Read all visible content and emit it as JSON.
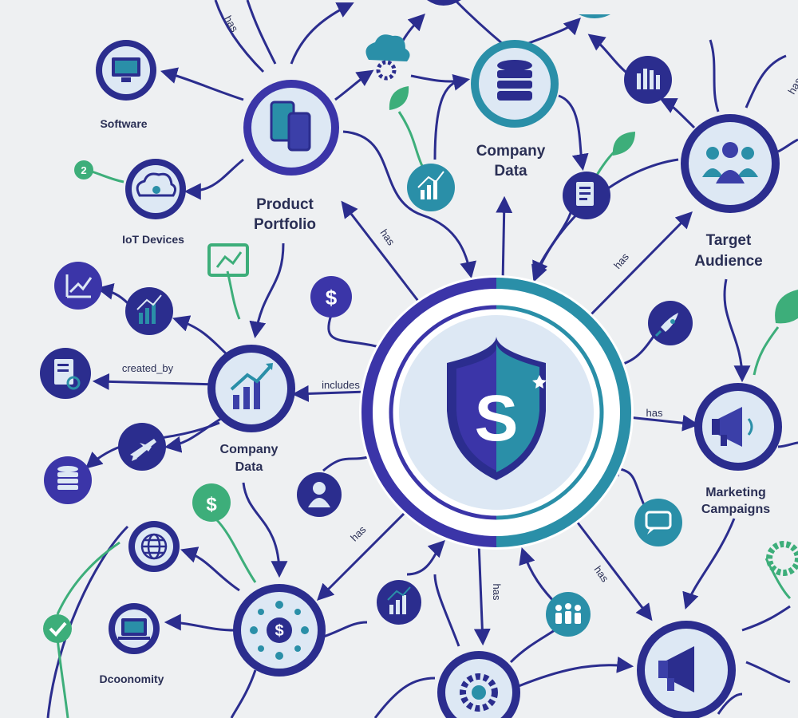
{
  "colors": {
    "background": "#eef0f2",
    "navy": "#2b2d8e",
    "indigo": "#3b3fa8",
    "teal": "#2a8fa8",
    "green": "#3dae7a",
    "pale": "#dde8f4",
    "text": "#2a2f55"
  },
  "center": {
    "name": "central-shield-logo",
    "letter": "S",
    "icon": "shield-s-logo-icon"
  },
  "hubs": [
    {
      "id": "product-portfolio",
      "label_lines": [
        "Product",
        "Portfolio"
      ],
      "icon": "mobile-devices-icon"
    },
    {
      "id": "company-data-top",
      "label_lines": [
        "Company",
        "Data"
      ],
      "icon": "database-icon"
    },
    {
      "id": "target-audience",
      "label_lines": [
        "Target",
        "Audience"
      ],
      "icon": "people-group-icon"
    },
    {
      "id": "company-data-left",
      "label_lines": [
        "Company",
        "Data"
      ],
      "icon": "growth-chart-icon"
    },
    {
      "id": "marketing-campaigns",
      "label_lines": [
        "Marketing",
        "Campaigns"
      ],
      "icon": "megaphone-icon"
    },
    {
      "id": "economy-hub",
      "label_lines": [],
      "icon": "dollar-network-icon"
    },
    {
      "id": "settings-hub",
      "label_lines": [],
      "icon": "gear-icon"
    },
    {
      "id": "megaphone-hub",
      "label_lines": [],
      "icon": "megaphone-icon"
    }
  ],
  "leaves": [
    {
      "id": "software",
      "label": "Software",
      "icon": "monitor-icon"
    },
    {
      "id": "iot-devices",
      "label": "IoT Devices",
      "icon": "cloud-device-icon"
    },
    {
      "id": "dcoonomity",
      "label": "Dcoonomity",
      "icon": "laptop-icon"
    },
    {
      "id": "cloud-gear",
      "label": "",
      "icon": "cloud-gear-icon"
    },
    {
      "id": "chart-small-top",
      "label": "",
      "icon": "bar-chart-icon"
    },
    {
      "id": "document",
      "label": "",
      "icon": "document-icon"
    },
    {
      "id": "team-hands",
      "label": "",
      "icon": "team-hands-icon"
    },
    {
      "id": "dollar-top",
      "label": "",
      "icon": "dollar-icon"
    },
    {
      "id": "rocket",
      "label": "",
      "icon": "rocket-icon"
    },
    {
      "id": "chat",
      "label": "",
      "icon": "chat-bubble-icon"
    },
    {
      "id": "user",
      "label": "",
      "icon": "user-icon"
    },
    {
      "id": "trend-line",
      "label": "",
      "icon": "trend-line-icon"
    },
    {
      "id": "bar-chart-left",
      "label": "",
      "icon": "bar-chart-icon"
    },
    {
      "id": "report",
      "label": "",
      "icon": "report-search-icon"
    },
    {
      "id": "airplane",
      "label": "",
      "icon": "airplane-icon"
    },
    {
      "id": "stack-coins",
      "label": "",
      "icon": "database-icon"
    },
    {
      "id": "globe",
      "label": "",
      "icon": "globe-icon"
    },
    {
      "id": "check",
      "label": "",
      "icon": "check-icon"
    },
    {
      "id": "dollar-green",
      "label": "",
      "icon": "dollar-icon"
    },
    {
      "id": "chart-bottom",
      "label": "",
      "icon": "bar-chart-icon"
    },
    {
      "id": "people-bottom",
      "label": "",
      "icon": "people-group-icon"
    },
    {
      "id": "presentation",
      "label": "",
      "icon": "presentation-icon"
    },
    {
      "id": "leaf-1",
      "label": "",
      "icon": "leaf-icon"
    },
    {
      "id": "leaf-2",
      "label": "",
      "icon": "leaf-icon"
    },
    {
      "id": "leaf-3",
      "label": "",
      "icon": "leaf-icon"
    }
  ],
  "edge_labels": {
    "has_1": "has",
    "has_2": "has",
    "has_3": "has",
    "has_4": "has",
    "has_5": "has",
    "has_6": "has",
    "has_7": "has",
    "has_8": "has",
    "includes": "includes",
    "created_by": "created_by",
    "badge_number": "2"
  }
}
